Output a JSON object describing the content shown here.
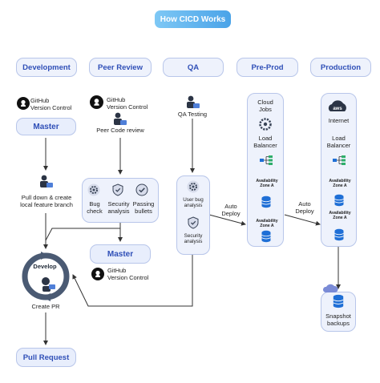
{
  "title": "How CICD Works",
  "stages": [
    "Development",
    "Peer Review",
    "QA",
    "Pre-Prod",
    "Production"
  ],
  "development": {
    "github_label": "GitHub\nVersion Control",
    "master_label": "Master",
    "pull_down_label": "Pull down & create\nlocal feature branch",
    "develop_label": "Develop",
    "create_pr_label": "Create PR",
    "pull_request_label": "Pull Request"
  },
  "peer_review": {
    "github_label": "GitHub\nVersion Control",
    "code_review_label": "Peer Code review",
    "checks": [
      "Bug\ncheck",
      "Security\nanalysis",
      "Passing\nbullets"
    ],
    "master_label": "Master",
    "github_label_2": "GitHub\nVersion Control"
  },
  "qa": {
    "testing_label": "QA Testing",
    "user_bug_label": "User bug\nanalysis",
    "security_label": "Security\nanalysis",
    "auto_deploy_label": "Auto\nDeploy"
  },
  "preprod": {
    "cloud_jobs_label": "Cloud\nJobs",
    "load_balancer_label": "Load\nBalancer",
    "zone_a_1": "Availability\nZone A",
    "zone_a_2": "Availability\nZone A",
    "auto_deploy_label": "Auto\nDeploy"
  },
  "production": {
    "internet_label": "Internet",
    "load_balancer_label": "Load\nBalancer",
    "zone_a_1": "Availability\nZone A",
    "zone_a_2": "Availability\nZone A",
    "snapshot_label": "Snapshot\nbackups"
  },
  "icons": [
    "github-icon",
    "developer-icon",
    "gear-icon",
    "shield-icon",
    "check-circle-icon",
    "cloud-icon",
    "load-balancer-icon",
    "database-icon",
    "aws-icon",
    "cycle-icon"
  ],
  "colors": {
    "accent": "#2f4fb7",
    "pill_bg": "#e8eefc",
    "border": "#b8c6ea",
    "title_gradient": "#4aa3e8",
    "db": "#1f6fd6"
  }
}
